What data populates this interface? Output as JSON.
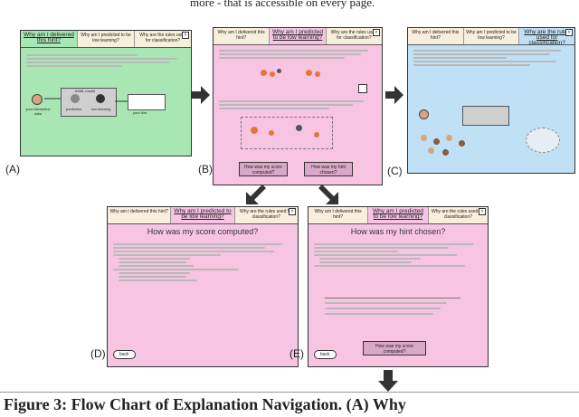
{
  "top_caption": "more - that is accessible on every page.",
  "panels": {
    "A": {
      "label": "(A)",
      "bg": "#a8e6b4",
      "tabs": [
        "Why am I delivered this hint?",
        "Why am I predicted to be low learning?",
        "Why are the rules used for classification?"
      ],
      "active": 0,
      "diagram": {
        "student": "your interaction data",
        "model_box": "AI/ML model",
        "prediction": "prediction",
        "low_learning": "low learning",
        "hint": "your hint"
      }
    },
    "B": {
      "label": "(B)",
      "bg": "#f7c5e2",
      "tabs": [
        "Why am I delivered this hint?",
        "Why am I predicted to be low learning?",
        "Why are the rules used for classification?"
      ],
      "active": 1,
      "buttons": [
        "How was my score computed?",
        "How was my hint chosen?"
      ]
    },
    "C": {
      "label": "(C)",
      "bg": "#bfe0f5",
      "tabs": [
        "Why am I delivered this hint?",
        "Why am I predicted to be low learning?",
        "Why are the rules used for classification?"
      ],
      "active": 2
    },
    "D": {
      "label": "(D)",
      "bg": "#f7c5e2",
      "tabs": [
        "Why am I delivered this hint?",
        "Why am I predicted to be low learning?",
        "Why are the rules used for classification?"
      ],
      "active": 1,
      "title": "How was my score computed?",
      "back": "back"
    },
    "E": {
      "label": "(E)",
      "bg": "#f7c5e2",
      "tabs": [
        "Why am I delivered this hint?",
        "Why am I predicted to be low learning?",
        "Why are the rules used for classification?"
      ],
      "active": 1,
      "title": "How was my hint chosen?",
      "back": "back",
      "button": "How was my score computed?"
    }
  },
  "figure_caption": "Figure 3: Flow Chart of Explanation Navigation. (A) Why"
}
